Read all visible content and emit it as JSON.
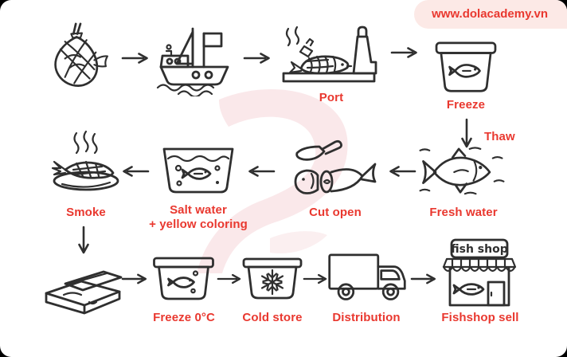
{
  "site_badge": {
    "text": "www.dolacademy.vn"
  },
  "colors": {
    "accent_red": "#E9382F",
    "badge_bg": "#FCE9E6",
    "watermark_pink": "#FAE8EA",
    "ink": "#2F2F2F",
    "page_bg": "#FFFFFF"
  },
  "diagram": {
    "type": "process-flow",
    "steps": {
      "net": {
        "icon": "fishing-net-icon"
      },
      "boat": {
        "icon": "fishing-boat-icon"
      },
      "port": {
        "icon": "port-lighthouse-icon",
        "label": "Port"
      },
      "freeze": {
        "icon": "freeze-container-icon",
        "label": "Freeze"
      },
      "thaw": {
        "icon": "thaw-down-arrow",
        "label": "Thaw"
      },
      "fresh_water": {
        "icon": "fish-fresh-water-icon",
        "label": "Fresh water"
      },
      "cut_open": {
        "icon": "knife-cut-fish-icon",
        "label": "Cut open"
      },
      "salt_water": {
        "icon": "salt-water-tub-icon",
        "label_line1": "Salt water",
        "label_line2": "+ yellow coloring"
      },
      "smoke": {
        "icon": "smoked-fish-icon",
        "label": "Smoke"
      },
      "pack_box": {
        "icon": "open-box-icon"
      },
      "freeze_0c": {
        "icon": "freeze-tub-icon",
        "label": "Freeze 0°C"
      },
      "cold_store": {
        "icon": "cold-store-tub-icon",
        "label": "Cold store"
      },
      "distribution": {
        "icon": "delivery-truck-icon",
        "label": "Distribution"
      },
      "fishshop_sell": {
        "icon": "fish-shop-icon",
        "label": "Fishshop sell",
        "sign_text": "fish shop"
      }
    },
    "sequence": [
      "net",
      "boat",
      "port",
      "freeze",
      "thaw",
      "fresh_water",
      "cut_open",
      "salt_water",
      "smoke",
      "pack_box",
      "freeze_0c",
      "cold_store",
      "distribution",
      "fishshop_sell"
    ]
  }
}
